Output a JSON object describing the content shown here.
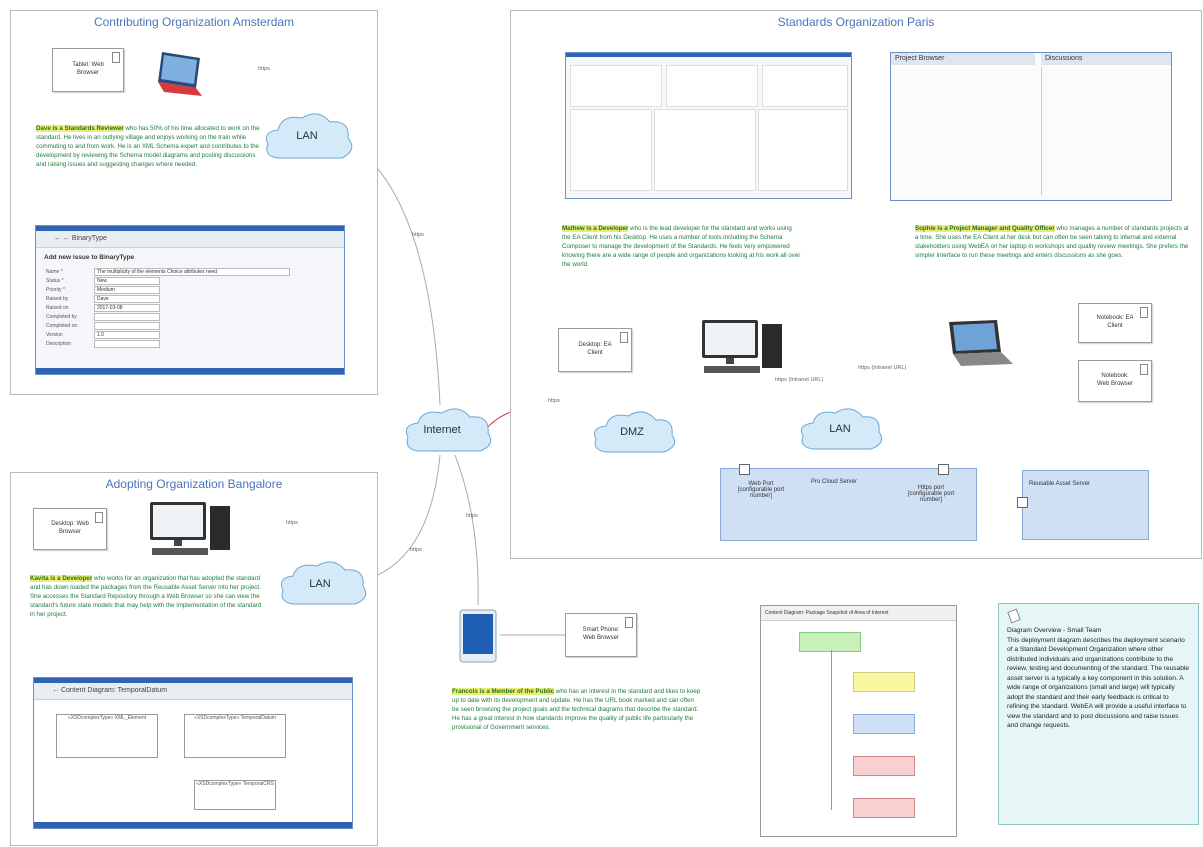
{
  "regions": {
    "amsterdam": "Contributing Organization Amsterdam",
    "paris": "Standards Organization Paris",
    "bangalore": "Adopting Organization Bangalore"
  },
  "clouds": {
    "lan_ams": "LAN",
    "internet": "Internet",
    "dmz": "DMZ",
    "lan_paris": "LAN",
    "lan_bang": "LAN"
  },
  "nodes": {
    "tablet": "Tablet: Web Browser",
    "desktop_ea": "Desktop: EA Client",
    "notebook_ea": "Notebook: EA Client",
    "notebook_web": "Notebook: Web Browser",
    "desktop_web": "Desktop: Web Browser",
    "smartphone": "Smart Phone: Web Browser"
  },
  "servers": {
    "pro_cloud": "Pro Cloud Server",
    "port_left": "Web Port [configurable port number]",
    "port_right": "Https port [configurable port number]",
    "reusable": "Reusable Asset Server"
  },
  "edges": {
    "https1": "https",
    "https2": "https",
    "https3": "https",
    "https4": "https",
    "https5": "https",
    "https6": "https",
    "intranet1": "https (Intranet URL)",
    "intranet2": "https (Intranet URL)"
  },
  "personas": {
    "dave_name": "Dave is a Standards Reviewer",
    "dave_text": " who has 50% of his time allocated to work on the standard. He lives in an outlying village and enjoys working on the train while commuting to and from work. He is an XML Schema expert and contributes to the development by reviewing the Schema model diagrams and posting discussions and raising issues and suggesting changes where needed.",
    "mathew_name": "Mathew is a Developer",
    "mathew_text": " who is the lead developer for the standard and works using the EA Client from his Desktop. He uses a number of tools including the Schema Composer to manage the development of the Standards. He feels very empowered knowing there are a wide range of people and organizations looking at his work all over the world.",
    "sophie_name": "Sophie is a Project Manager and Quality Officer",
    "sophie_text": " who manages a number of standards projects at a time. She uses the EA Client at her desk but can often be seen talking to internal and external stakeholders using WebEA on her laptop in workshops and quality review meetings. She prefers the simpler interface to run these meetings and enters discussions as she goes.",
    "kavita_name": "Kavita is a Developer",
    "kavita_text": " who works for an organization that has adopted the standard and has down loaded the packages from the Reusable Asset Server into her project. She accesses the Standard Repository through a Web Browser so she can view the standard's future state models that may help with the implementation of the standard in her project.",
    "francois_name": "Francois is a Member of the Public",
    "francois_text": " who has an interest in the standard and likes to keep up to date with its development and update. He has the URL book marked and can often be seen browsing the project goals and the technical diagrams that describe the standard. He has a great interest in how standards improve the quality of public life particularly the provisional of Government services."
  },
  "screens": {
    "binary_title": "← ← BinaryType",
    "binary_heading": "Add new issue to BinaryType",
    "binary_fields": [
      "Name *",
      "Status *",
      "Priority *",
      "Raised by",
      "Raised on",
      "Completed by",
      "Completed on",
      "Version",
      "Description"
    ],
    "binary_values": [
      "The multiplicity of the elements Choice attributes need",
      "New",
      "Medium",
      "Dave",
      "2017-03-08",
      "",
      "",
      "1.0",
      ""
    ],
    "content_title": "← Content Diagram: TemporalDatum",
    "content_boxes": [
      "«XSDcomplexType» XML_Element",
      "«XSDcomplexType» TemporalDatum",
      "«XSDcomplexType» TemporalCRS"
    ],
    "project_browser": "Project Browser",
    "discussions": "Discussions",
    "diagram_title": "Content Diagram: Package Snapshot of Area of Interest"
  },
  "note": {
    "title": "Diagram Overview - Small Team",
    "text": "This deployment diagram describes the deployment scenario of a Standard Development Organization where other distributed individuals and organizations contribute to the review, testing and documenting of the standard. The reusable asset server is a typically a key component in this solution. A wide range of organizations (small and large) will typically adopt the standard and their early feedback is critical to refining the standard. WebEA will provide a useful interface to view the standard and to post discussions and raise issues and change requests."
  },
  "colors": {
    "region_title": "#4a74b8",
    "persona_text": "#1f7d3d",
    "highlight": "#e8f070",
    "server_fill": "#cfe0f5",
    "dmz_link": "#d04040",
    "note_fill": "#e6f6f6"
  }
}
